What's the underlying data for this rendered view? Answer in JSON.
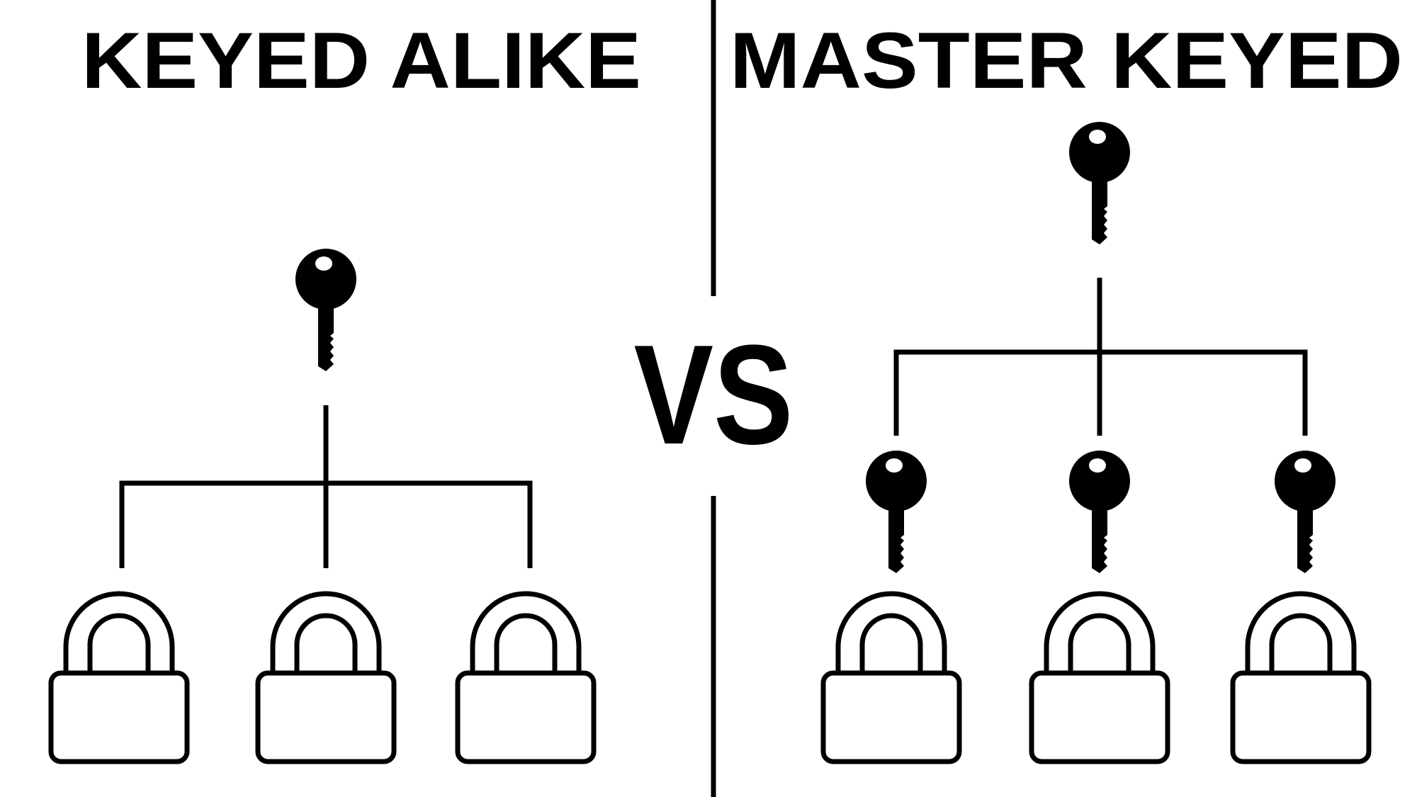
{
  "left_panel": {
    "title": "KEYED ALIKE"
  },
  "right_panel": {
    "title": "MASTER KEYED"
  },
  "divider": {
    "label": "VS"
  },
  "colors": {
    "ink": "#000000",
    "background": "#ffffff"
  },
  "icons": {
    "key": "key-icon",
    "padlock": "padlock-icon"
  }
}
